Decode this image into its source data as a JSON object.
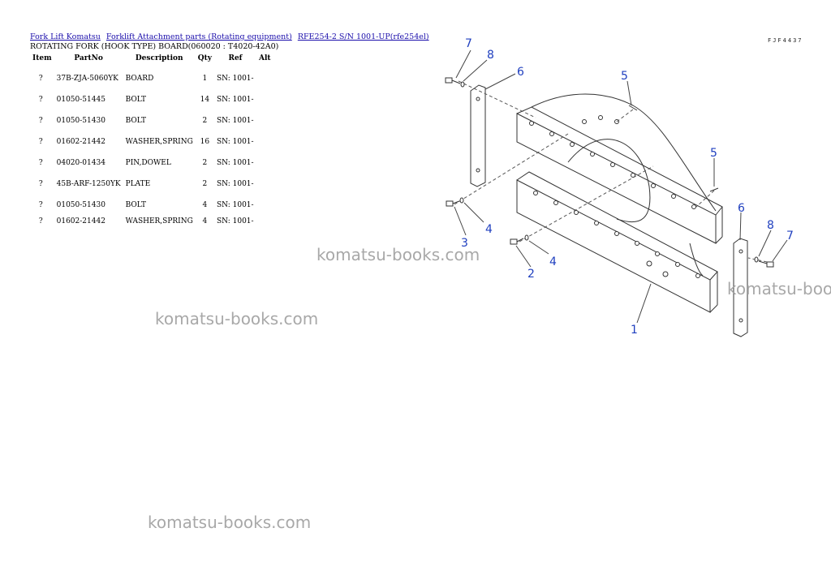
{
  "breadcrumb": [
    "Fork Lift Komatsu",
    "Forklift Attachment parts (Rotating equipment)",
    "RFE254-2 S/N 1001-UP(rfe254el)"
  ],
  "subtitle": "ROTATING FORK (HOOK TYPE) BOARD(060020 : T4020-42A0)",
  "table": {
    "headers": [
      "Item",
      "PartNo",
      "Description",
      "Qty",
      "Ref",
      "Alt"
    ],
    "rows": [
      {
        "item": "?",
        "part": "37B-ZJA-5060YK",
        "desc": "BOARD",
        "qty": "1",
        "ref": "SN: 1001-",
        "alt": ""
      },
      {
        "item": "?",
        "part": "01050-51445",
        "desc": "BOLT",
        "qty": "14",
        "ref": "SN: 1001-",
        "alt": ""
      },
      {
        "item": "?",
        "part": "01050-51430",
        "desc": "BOLT",
        "qty": "2",
        "ref": "SN: 1001-",
        "alt": ""
      },
      {
        "item": "?",
        "part": "01602-21442",
        "desc": "WASHER,SPRING",
        "qty": "16",
        "ref": "SN: 1001-",
        "alt": ""
      },
      {
        "item": "?",
        "part": "04020-01434",
        "desc": "PIN,DOWEL",
        "qty": "2",
        "ref": "SN: 1001-",
        "alt": ""
      },
      {
        "item": "?",
        "part": "45B-ARF-1250YK",
        "desc": "PLATE",
        "qty": "2",
        "ref": "SN: 1001-",
        "alt": ""
      },
      {
        "item": "?",
        "part": "01050-51430",
        "desc": "BOLT",
        "qty": "4",
        "ref": "SN: 1001-",
        "alt": ""
      },
      {
        "item": "?",
        "part": "01602-21442",
        "desc": "WASHER,SPRING",
        "qty": "4",
        "ref": "SN: 1001-",
        "alt": ""
      }
    ]
  },
  "diagram": {
    "drawing_code": "FJF4437",
    "callouts": [
      "7",
      "8",
      "6",
      "5",
      "5",
      "6",
      "8",
      "7",
      "3",
      "4",
      "2",
      "4",
      "1"
    ]
  },
  "watermark": "komatsu-books.com",
  "colors": {
    "link": "#1a0dab",
    "callout": "#1f3fbf",
    "watermark": "#9a9a9a"
  }
}
